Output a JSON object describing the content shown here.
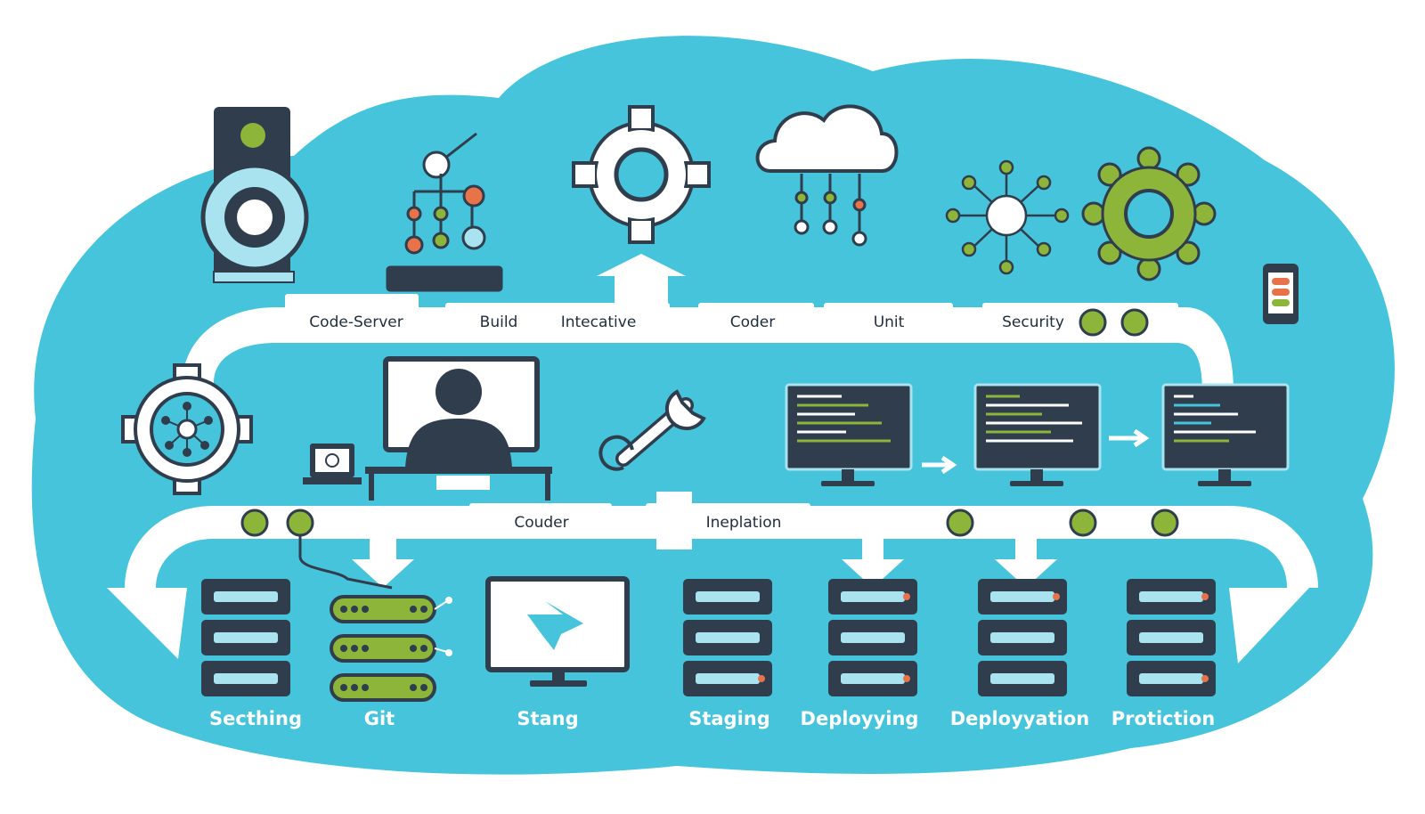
{
  "colors": {
    "cloud": "#45c4dc",
    "dark": "#2f3d4c",
    "green": "#8db53a",
    "orange": "#e8734a",
    "light_blue": "#a9e3ef",
    "white": "#ffffff"
  },
  "top_labels": {
    "code_server": "Code-Server",
    "build": "Build",
    "intecative": "Intecative",
    "coder": "Coder",
    "unit": "Unit",
    "security": "Security"
  },
  "mid_labels": {
    "couder": "Couder",
    "ineplation": "Ineplation"
  },
  "stages": [
    "Secthing",
    "Git",
    "Stang",
    "Staging",
    "Deployying",
    "Deployyation",
    "Protiction"
  ]
}
